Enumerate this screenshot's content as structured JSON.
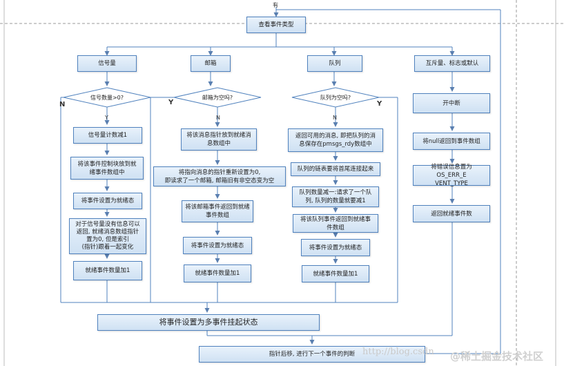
{
  "top_label": "有",
  "nodes": {
    "check_type": "查看事件类型",
    "sem": "信号量",
    "mbox": "邮箱",
    "queue": "队列",
    "mutex": "互斥量、标志或默认",
    "sem_d": "信号数量>0?",
    "mbox_d": "邮箱为空吗?",
    "queue_d": "队列为空吗?",
    "sem1": "信号量计数减1",
    "sem2": "将该事件控制块放到就\n绪事件数组中",
    "sem3": "将事件设置为就绪态",
    "sem4": "对于信号量没有信息可以\n返回, 就绪消息数组指针\n置为0, 但是索引\n(指针)跟着一起变化",
    "sem5": "就绪事件数量加1",
    "mb1": "将该消息指针放到就绪消\n息数组中",
    "mb2": "将指向消息的指针重新设置为0,\n即读求了一个邮箱, 邮箱旧有非空态变为空",
    "mb3": "将该邮箱事件返回到就绪\n事件数组",
    "mb4": "将事件设置为就绪态",
    "mb5": "就绪事件数量加1",
    "q1": "返回可用的消息, 即把队列的消\n息保存在pmsgs_rdy数组中",
    "q2": "队列的链表要将首尾连接起来",
    "q3": "队列数量减一:请求了一个队\n列, 队列的数量就要减1",
    "q4": "将该队列事件返回到就绪事\n件数组",
    "q5": "将事件设置为就绪态",
    "q6": "就绪事件数量加1",
    "m1": "开中断",
    "m2": "将null返回到事件数组",
    "m3": "将错误信息置为OS_ERR_E\nVENT_TYPE",
    "m4": "返回就绪事件数",
    "set_multi": "将事件设置为多事件挂起状态",
    "next": "指针后移, 进行下一个事件的判断"
  },
  "labels": {
    "n": "N",
    "y": "Y",
    "y_small": "Y",
    "n_small": "N"
  },
  "watermark": {
    "url": "http://blog.csdn",
    "brand": "@稀土掘金技术社区"
  }
}
